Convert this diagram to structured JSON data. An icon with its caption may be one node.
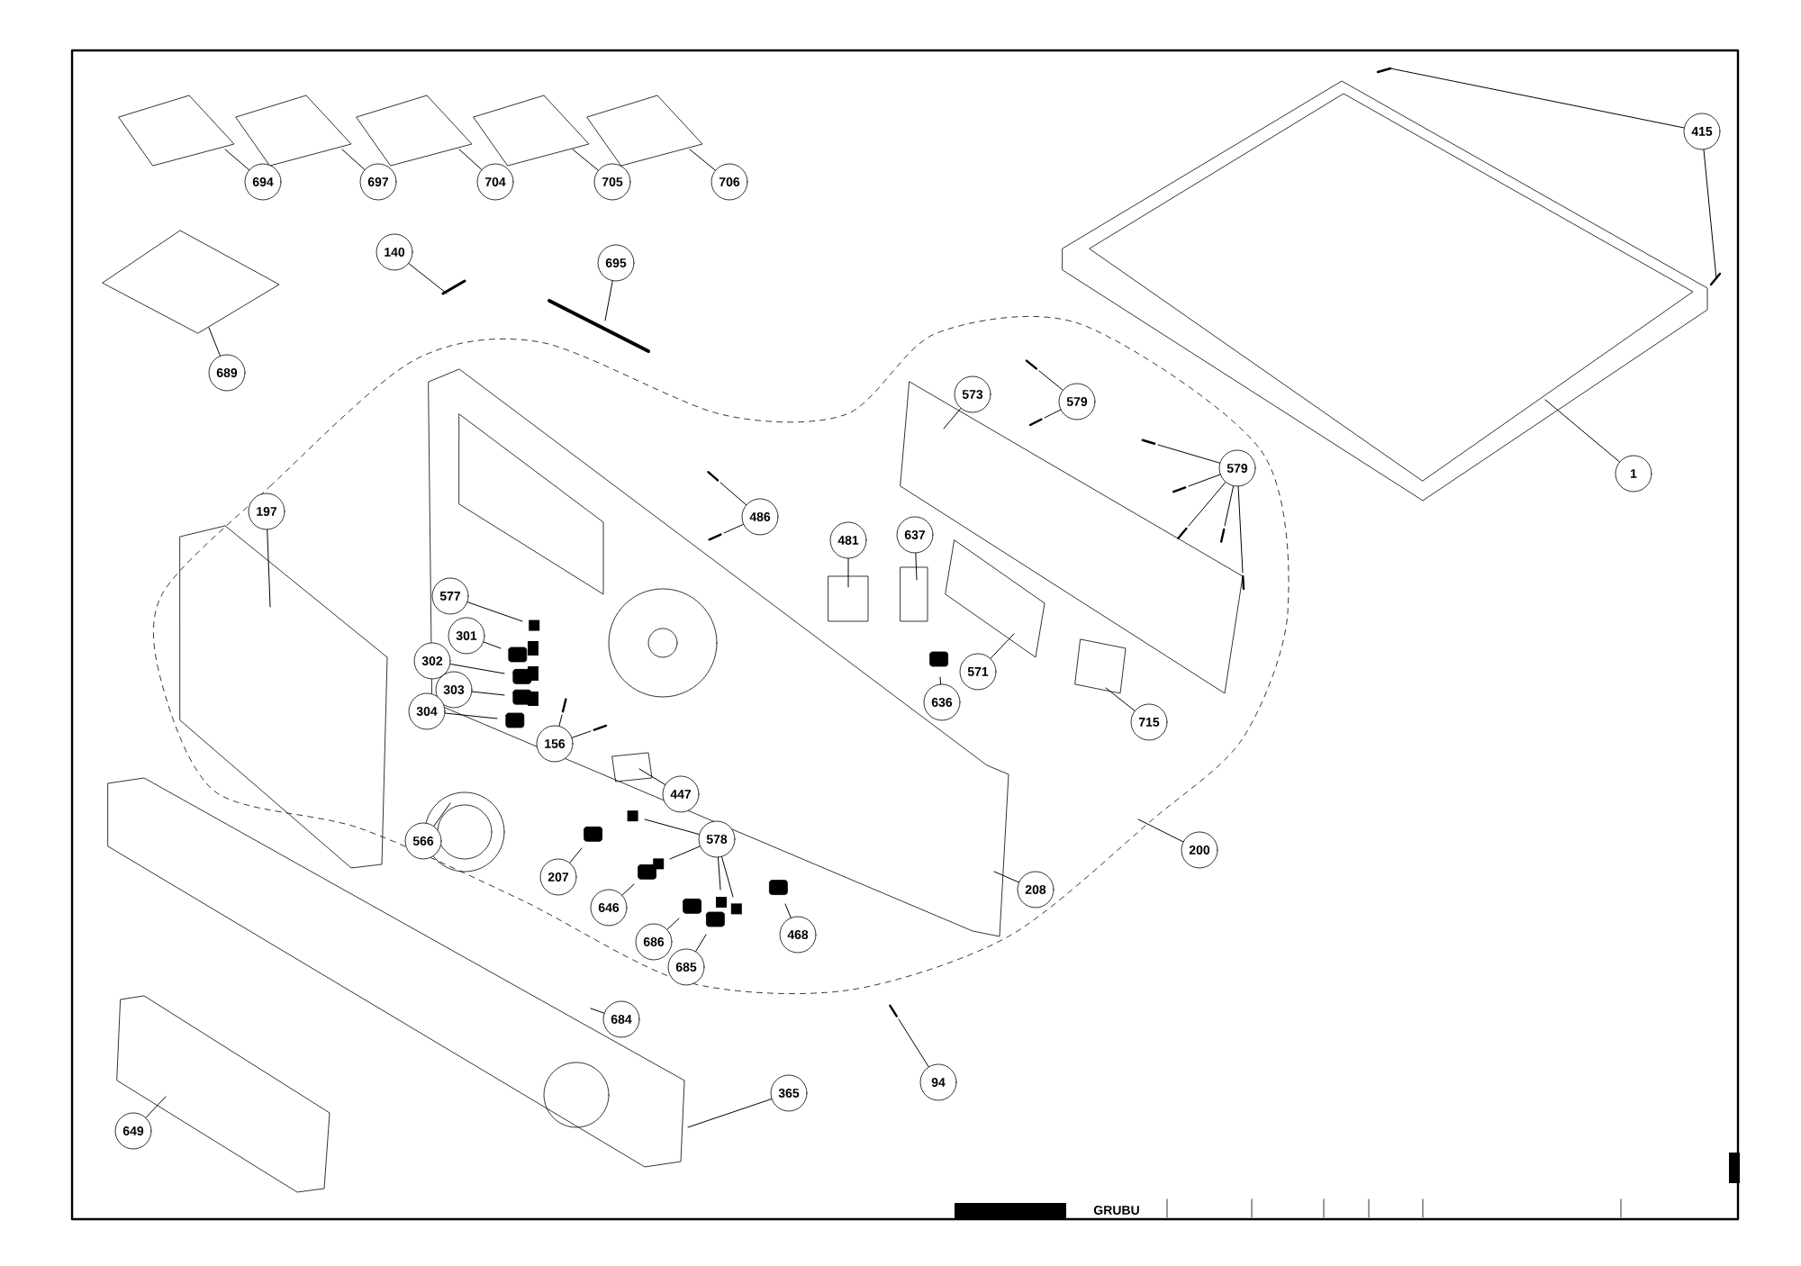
{
  "diagram": {
    "nodes": [
      {
        "text": [
          "694"
        ]
      },
      {
        "text": [
          "697"
        ]
      },
      {
        "text": [
          "704"
        ]
      },
      {
        "text": [
          "705"
        ]
      },
      {
        "text": [
          "706"
        ]
      },
      {
        "text": [
          "415"
        ]
      },
      {
        "text": [
          "140"
        ]
      },
      {
        "text": [
          "695"
        ]
      },
      {
        "text": [
          "689"
        ]
      },
      {
        "text": [
          "1"
        ]
      },
      {
        "text": [
          "573"
        ]
      },
      {
        "text": [
          "579"
        ]
      },
      {
        "text": [
          "486"
        ]
      },
      {
        "text": [
          "481"
        ]
      },
      {
        "text": [
          "637"
        ]
      },
      {
        "text": [
          "579"
        ]
      },
      {
        "text": [
          "197"
        ]
      },
      {
        "text": [
          "577"
        ]
      },
      {
        "text": [
          "301"
        ]
      },
      {
        "text": [
          "302"
        ]
      },
      {
        "text": [
          "303"
        ]
      },
      {
        "text": [
          "304"
        ]
      },
      {
        "text": [
          "156"
        ]
      },
      {
        "text": [
          "571"
        ]
      },
      {
        "text": [
          "636"
        ]
      },
      {
        "text": [
          "715"
        ]
      },
      {
        "text": [
          "447"
        ]
      },
      {
        "text": [
          "566"
        ]
      },
      {
        "text": [
          "578"
        ]
      },
      {
        "text": [
          "207"
        ]
      },
      {
        "text": [
          "646"
        ]
      },
      {
        "text": [
          "686"
        ]
      },
      {
        "text": [
          "685"
        ]
      },
      {
        "text": [
          "468"
        ]
      },
      {
        "text": [
          "208"
        ]
      },
      {
        "text": [
          "200"
        ]
      },
      {
        "text": [
          "684"
        ]
      },
      {
        "text": [
          "365"
        ]
      },
      {
        "text": [
          "94"
        ]
      },
      {
        "text": [
          "649"
        ]
      }
    ],
    "edges": [
      {
        "from": 0,
        "to": null,
        "arrow": "none"
      },
      {
        "from": 1,
        "to": null,
        "arrow": "none"
      },
      {
        "from": 2,
        "to": null,
        "arrow": "none"
      },
      {
        "from": 3,
        "to": null,
        "arrow": "none"
      },
      {
        "from": 4,
        "to": null,
        "arrow": "none"
      },
      {
        "from": 5,
        "to": null,
        "arrow": "none"
      },
      {
        "from": 5,
        "to": null,
        "arrow": "none"
      },
      {
        "from": 6,
        "to": null,
        "arrow": "none"
      },
      {
        "from": 7,
        "to": null,
        "arrow": "none"
      },
      {
        "from": 8,
        "to": null,
        "arrow": "none"
      },
      {
        "from": 9,
        "to": null,
        "arrow": "none"
      },
      {
        "from": 10,
        "to": null,
        "arrow": "none"
      },
      {
        "from": 11,
        "to": null,
        "arrow": "none"
      },
      {
        "from": 11,
        "to": null,
        "arrow": "none"
      },
      {
        "from": 12,
        "to": null,
        "arrow": "none"
      },
      {
        "from": 12,
        "to": null,
        "arrow": "none"
      },
      {
        "from": 13,
        "to": null,
        "arrow": "none"
      },
      {
        "from": 14,
        "to": null,
        "arrow": "none"
      },
      {
        "from": 15,
        "to": null,
        "arrow": "none"
      },
      {
        "from": 15,
        "to": null,
        "arrow": "none"
      },
      {
        "from": 15,
        "to": null,
        "arrow": "none"
      },
      {
        "from": 15,
        "to": null,
        "arrow": "none"
      },
      {
        "from": 15,
        "to": null,
        "arrow": "none"
      },
      {
        "from": 16,
        "to": null,
        "arrow": "none"
      },
      {
        "from": 17,
        "to": null,
        "arrow": "none"
      },
      {
        "from": 18,
        "to": null,
        "arrow": "none"
      },
      {
        "from": 19,
        "to": null,
        "arrow": "none"
      },
      {
        "from": 20,
        "to": null,
        "arrow": "none"
      },
      {
        "from": 21,
        "to": null,
        "arrow": "none"
      },
      {
        "from": 22,
        "to": null,
        "arrow": "none"
      },
      {
        "from": 22,
        "to": null,
        "arrow": "none"
      },
      {
        "from": 23,
        "to": null,
        "arrow": "none"
      },
      {
        "from": 24,
        "to": null,
        "arrow": "none"
      },
      {
        "from": 25,
        "to": null,
        "arrow": "none"
      },
      {
        "from": 26,
        "to": null,
        "arrow": "none"
      },
      {
        "from": 27,
        "to": null,
        "arrow": "none"
      },
      {
        "from": 28,
        "to": null,
        "arrow": "none"
      },
      {
        "from": 28,
        "to": null,
        "arrow": "none"
      },
      {
        "from": 28,
        "to": null,
        "arrow": "none"
      },
      {
        "from": 28,
        "to": null,
        "arrow": "none"
      },
      {
        "from": 29,
        "to": null,
        "arrow": "none"
      },
      {
        "from": 30,
        "to": null,
        "arrow": "none"
      },
      {
        "from": 31,
        "to": null,
        "arrow": "none"
      },
      {
        "from": 32,
        "to": null,
        "arrow": "none"
      },
      {
        "from": 33,
        "to": null,
        "arrow": "none"
      },
      {
        "from": 34,
        "to": null,
        "arrow": "none"
      },
      {
        "from": 35,
        "to": null,
        "arrow": "none"
      },
      {
        "from": 36,
        "to": null,
        "arrow": "none"
      },
      {
        "from": 37,
        "to": null,
        "arrow": "none"
      },
      {
        "from": 38,
        "to": null,
        "arrow": "none"
      },
      {
        "from": 39,
        "to": null,
        "arrow": "none"
      }
    ],
    "labels": [
      "GRUBU"
    ]
  }
}
